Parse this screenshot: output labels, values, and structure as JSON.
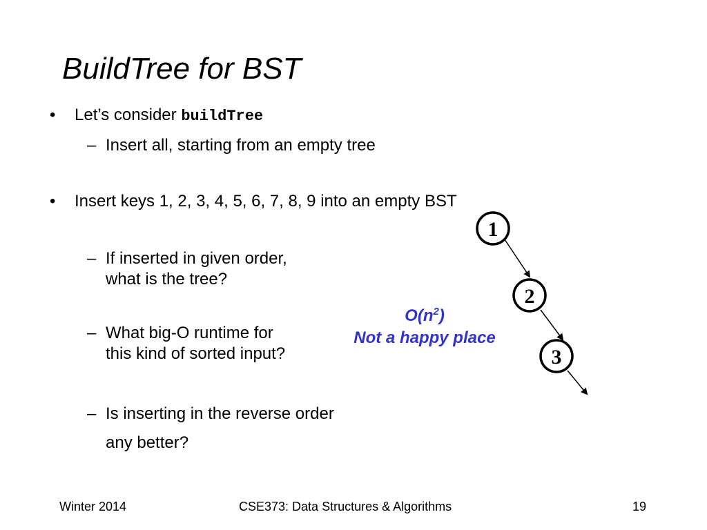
{
  "title": "BuildTree for BST",
  "bullets": [
    {
      "prefix": "Let’s consider ",
      "code": "buildTree",
      "sub": [
        "Insert all, starting from an empty tree"
      ]
    },
    {
      "text": "Insert keys 1, 2, 3, 4, 5, 6, 7, 8, 9 into an empty BST",
      "sub": [
        {
          "line1": "If inserted in given order,",
          "line2": "what is the tree?"
        },
        {
          "line1": "What big-O runtime for",
          "line2": "this kind of sorted input?"
        },
        {
          "line1": "Is inserting in the reverse order",
          "line2": "any better?"
        }
      ]
    }
  ],
  "bullet_symbol": "•",
  "dash_symbol": "–",
  "annotation": {
    "complexity_prefix": "O(n",
    "complexity_exp": "2",
    "complexity_suffix": ")",
    "note": "Not a happy place",
    "color": "#3333cc"
  },
  "tree_nodes": [
    "1",
    "2",
    "3"
  ],
  "footer": {
    "left": "Winter 2014",
    "center": "CSE373: Data Structures & Algorithms",
    "page": "19"
  }
}
